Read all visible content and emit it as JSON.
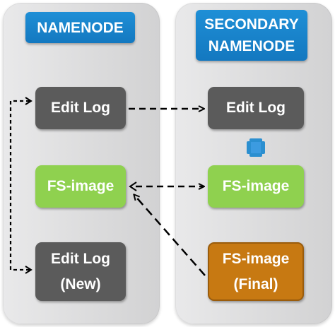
{
  "colors": {
    "title_blue": "#1a86cf",
    "box_gray": "#5b5b5b",
    "box_green": "#8fd14f",
    "box_orange": "#c77912",
    "plus_blue": "#2b8fd0"
  },
  "namenode": {
    "title": "NAMENODE",
    "edit_log": "Edit Log",
    "fs_image": "FS-image",
    "edit_log_new": "Edit Log\n(New)"
  },
  "secondary_namenode": {
    "title": "SECONDARY\nNAMENODE",
    "edit_log": "Edit Log",
    "fs_image": "FS-image",
    "fs_image_final": "FS-image\n(Final)"
  },
  "icons": {
    "plus": "plus-icon"
  }
}
